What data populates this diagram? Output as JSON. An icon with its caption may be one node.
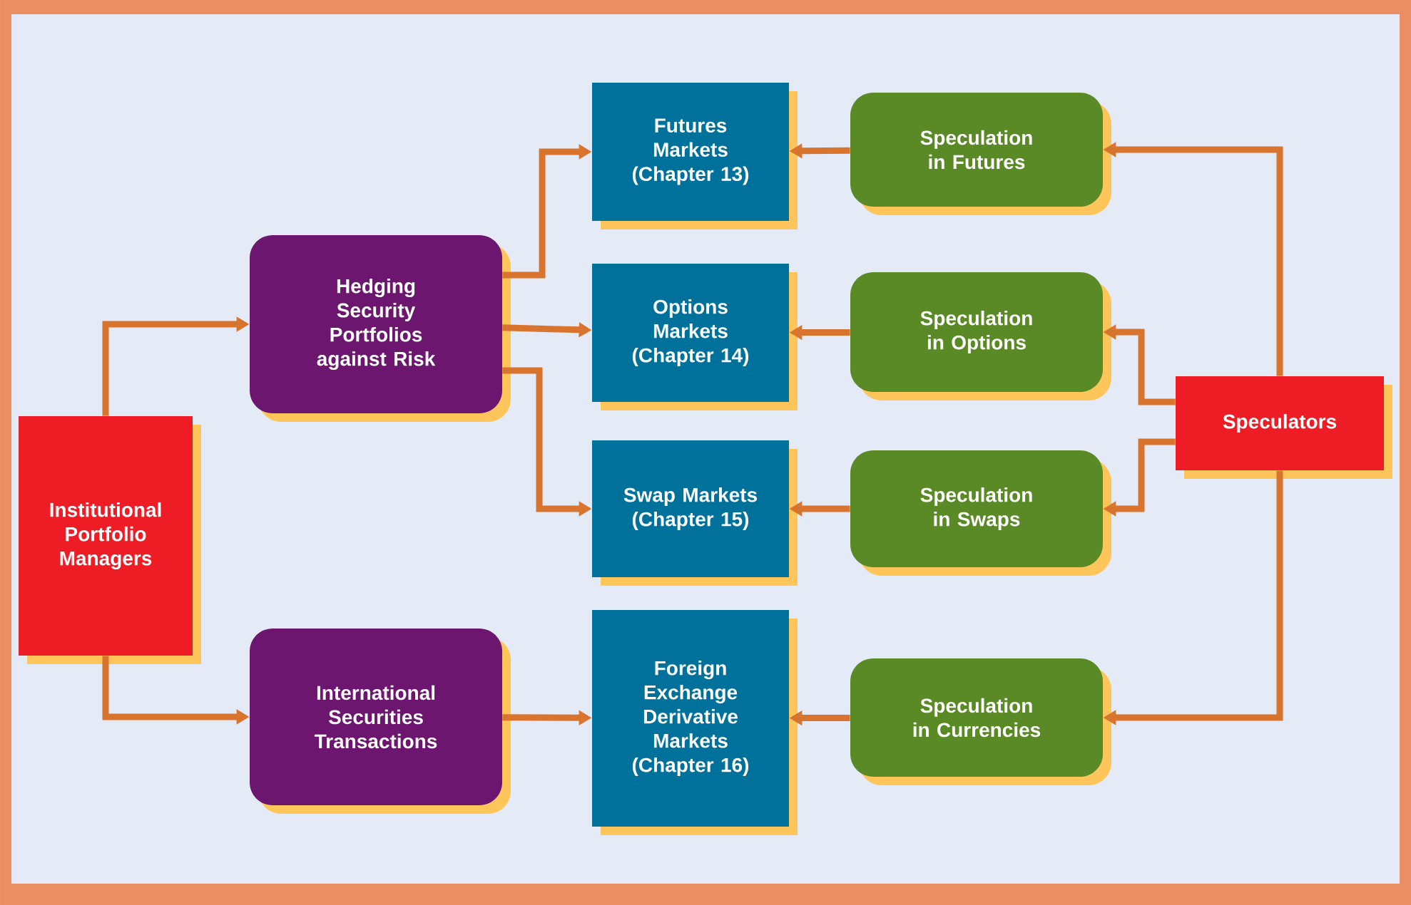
{
  "diagram": {
    "nodes": [
      {
        "text": [
          "Institutional Portfolio Managers"
        ]
      },
      {
        "text": [
          "Hedging Security Portfolios against Risk"
        ]
      },
      {
        "text": [
          "International Securities Transactions"
        ]
      },
      {
        "text": [
          "Futures Markets (Chapter 13)"
        ]
      },
      {
        "text": [
          "Options Markets (Chapter 14)"
        ]
      },
      {
        "text": [
          "Swap Markets (Chapter 15)"
        ]
      },
      {
        "text": [
          "Foreign Exchange Derivative Markets (Chapter 16)"
        ]
      },
      {
        "text": [
          "Speculation in Futures"
        ]
      },
      {
        "text": [
          "Speculation in Options"
        ]
      },
      {
        "text": [
          "Speculation in Swaps"
        ]
      },
      {
        "text": [
          "Speculation in Currencies"
        ]
      },
      {
        "text": [
          "Speculators"
        ]
      }
    ],
    "edges": [
      {
        "from": 0,
        "to": 1,
        "arrow": "to"
      },
      {
        "from": 0,
        "to": 2,
        "arrow": "to"
      },
      {
        "from": 1,
        "to": 3,
        "arrow": "to"
      },
      {
        "from": 1,
        "to": 4,
        "arrow": "to"
      },
      {
        "from": 1,
        "to": 5,
        "arrow": "to"
      },
      {
        "from": 2,
        "to": 6,
        "arrow": "to"
      },
      {
        "from": 7,
        "to": 3,
        "arrow": "to"
      },
      {
        "from": 8,
        "to": 4,
        "arrow": "to"
      },
      {
        "from": 9,
        "to": 5,
        "arrow": "to"
      },
      {
        "from": 10,
        "to": 6,
        "arrow": "to"
      },
      {
        "from": 11,
        "to": 7,
        "arrow": "to"
      },
      {
        "from": 11,
        "to": 8,
        "arrow": "to"
      },
      {
        "from": 11,
        "to": 9,
        "arrow": "to"
      },
      {
        "from": 11,
        "to": 10,
        "arrow": "to"
      }
    ]
  }
}
